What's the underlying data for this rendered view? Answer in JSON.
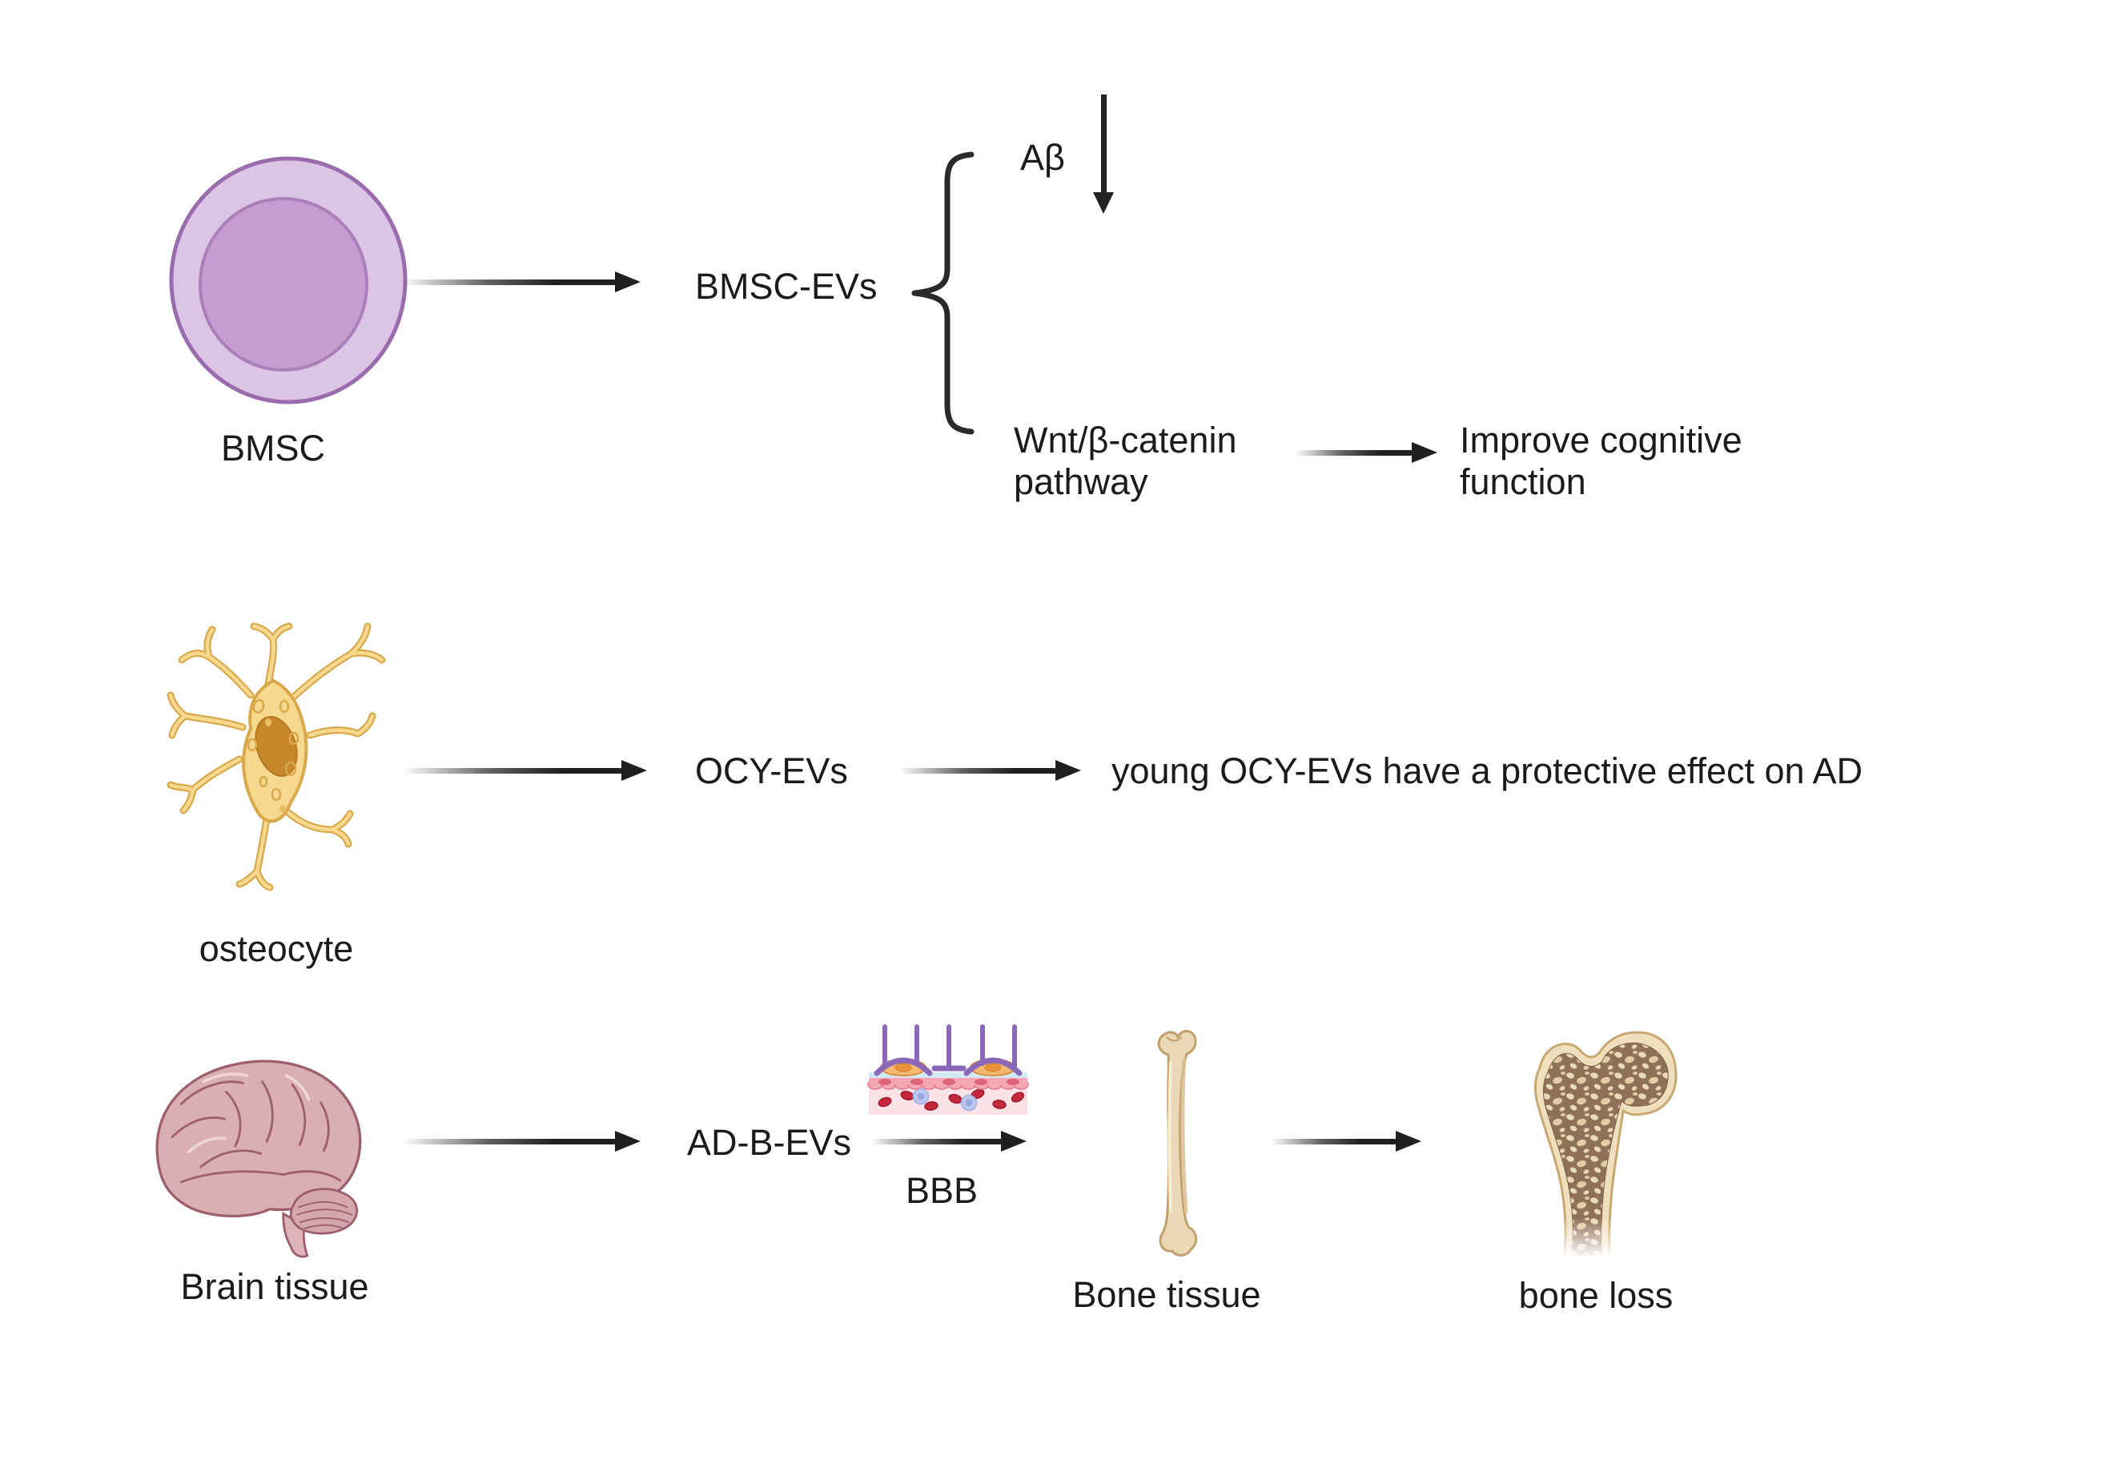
{
  "figure": {
    "background": "#ffffff",
    "text_color": "#1b1b1b",
    "arrow_color": "#1f1f1f"
  },
  "colors": {
    "bmsc_outer": "#dcc4e6",
    "bmsc_inner": "#c69cd1",
    "bmsc_stroke": "#9a6bad",
    "osteocyte_fill": "#f6d98f",
    "osteocyte_stroke": "#d9a94b",
    "osteocyte_nucleus": "#c8872b",
    "brain_fill": "#d9aeb5",
    "brain_stroke": "#9e5f6c",
    "astrocyte_purple": "#8b68b8",
    "pericyte_orange": "#f5ba70",
    "endothelium_pink": "#f6a8b2",
    "vessel_lumen_pink": "#fbe2e7",
    "rbc_red": "#c5283d",
    "wbc_blue": "#bcc9ee",
    "bone_fill": "#ebd8b6",
    "bone_stroke": "#c2a06e",
    "trabecular_brown": "#8f7158"
  },
  "row1": {
    "cell_label": "BMSC",
    "ev_label": "BMSC-EVs",
    "branch_top_label": "Aβ",
    "branch_bottom_line1": "Wnt/β-catenin",
    "branch_bottom_line2": "pathway",
    "outcome_line1": "Improve cognitive",
    "outcome_line2": "function"
  },
  "row2": {
    "cell_label": "osteocyte",
    "ev_label": "OCY-EVs",
    "outcome": "young OCY-EVs have a protective effect on AD"
  },
  "row3": {
    "source_label": "Brain tissue",
    "ev_label": "AD-B-EVs",
    "barrier_label": "BBB",
    "target_label": "Bone tissue",
    "outcome_label": "bone loss"
  }
}
